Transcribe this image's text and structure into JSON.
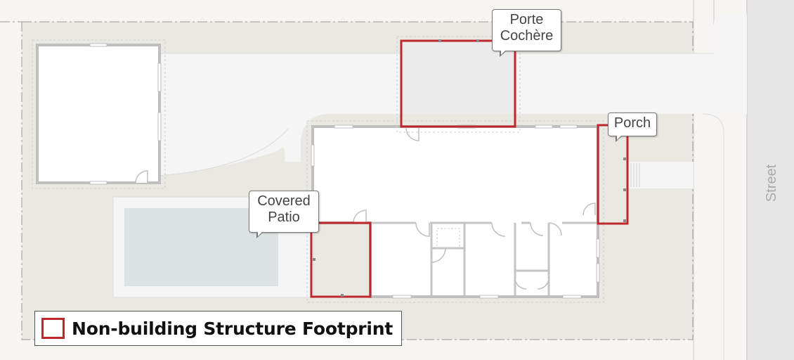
{
  "labels": {
    "porte_cochere": "Porte\nCochère",
    "porch": "Porch",
    "covered_patio": "Covered\nPatio",
    "street": "Street"
  },
  "legend": {
    "label": "Non-building Structure Footprint"
  },
  "colors": {
    "footprint_outline": "#c0272d",
    "lot_fill": "#e9e8e2",
    "driveway_fill": "#f4f5f4",
    "pool_water": "#dde2e3",
    "wall": "#bfbfbf",
    "street_fill": "#e6e6e6"
  }
}
